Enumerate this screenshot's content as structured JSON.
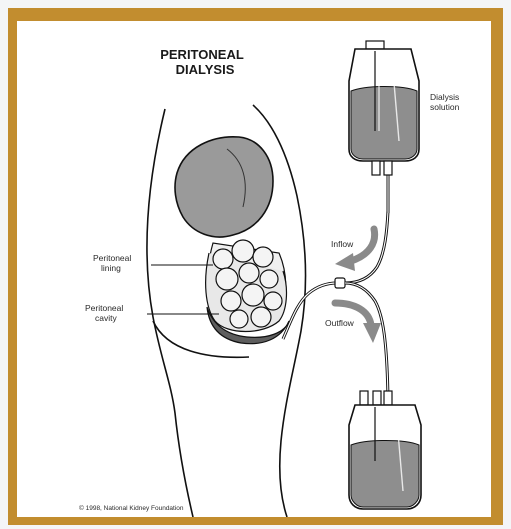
{
  "diagram": {
    "title": {
      "line1": "PERITONEAL",
      "line2": "DIALYSIS"
    },
    "labels": {
      "dialysis_solution": {
        "line1": "Dialysis",
        "line2": "solution"
      },
      "inflow": "Inflow",
      "outflow": "Outflow",
      "peritoneal_lining": {
        "line1": "Peritoneal",
        "line2": "lining"
      },
      "peritoneal_cavity": {
        "line1": "Peritoneal",
        "line2": "cavity"
      }
    },
    "copyright": "© 1998, National Kidney Foundation",
    "colors": {
      "frame": "#c28d2f",
      "panel": "#ffffff",
      "fluid": "#8e8e8e",
      "liver": "#9a9a9a",
      "cavity": "#5e5e5e",
      "arrow": "#8a8a8a",
      "outline": "#111111"
    }
  }
}
